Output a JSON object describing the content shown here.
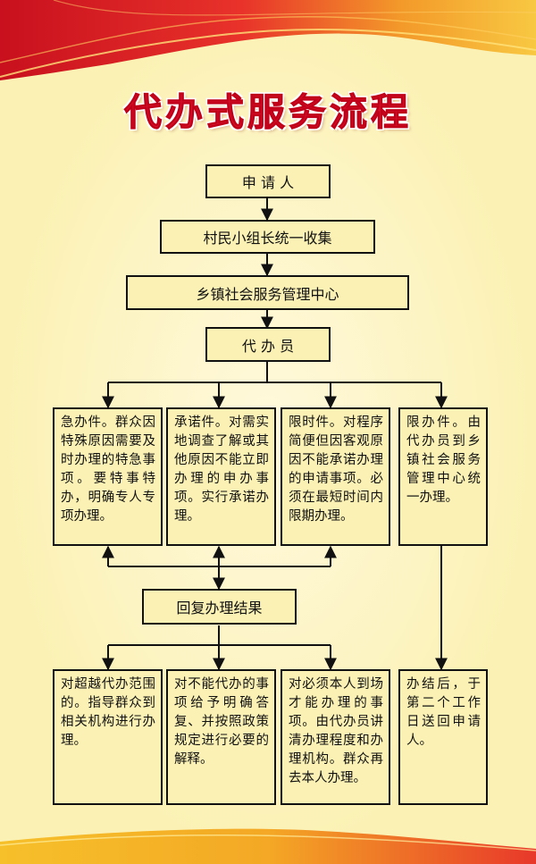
{
  "title": "代办式服务流程",
  "flow": {
    "applicant": "申 请 人",
    "village_group": "村民小组长统一收集",
    "center": "乡镇社会服务管理中心",
    "agent": "代 办 员",
    "categories": [
      {
        "text": "急办件。群众因特殊原因需要及时办理的特急事项。要特事特办，明确专人专项办理。"
      },
      {
        "text": "承诺件。对需实地调查了解或其他原因不能立即办理的申办事项。实行承诺办理。"
      },
      {
        "text": "限时件。对程序简便但因客观原因不能承诺办理的申请事项。必须在最短时间内限期办理。"
      },
      {
        "text": "限办件。由代办员到乡镇社会服务管理中心统一办理。"
      }
    ],
    "reply": "回复办理结果",
    "outcomes": [
      {
        "text": "对超越代办范围的。指导群众到相关机构进行办理。"
      },
      {
        "text": "对不能代办的事项给予明确答复、并按照政策规定进行必要的解释。"
      },
      {
        "text": "对必须本人到场才能办理的事项。由代办员讲清办理程度和办理机构。群众再去本人办理。"
      },
      {
        "text": "办结后，于第二个工作日送回申请人。"
      }
    ]
  },
  "colors": {
    "background": "#fbf1b4",
    "title": "#d6102a",
    "wave_red": "#d91b2a",
    "wave_gold": "#f5b820"
  }
}
